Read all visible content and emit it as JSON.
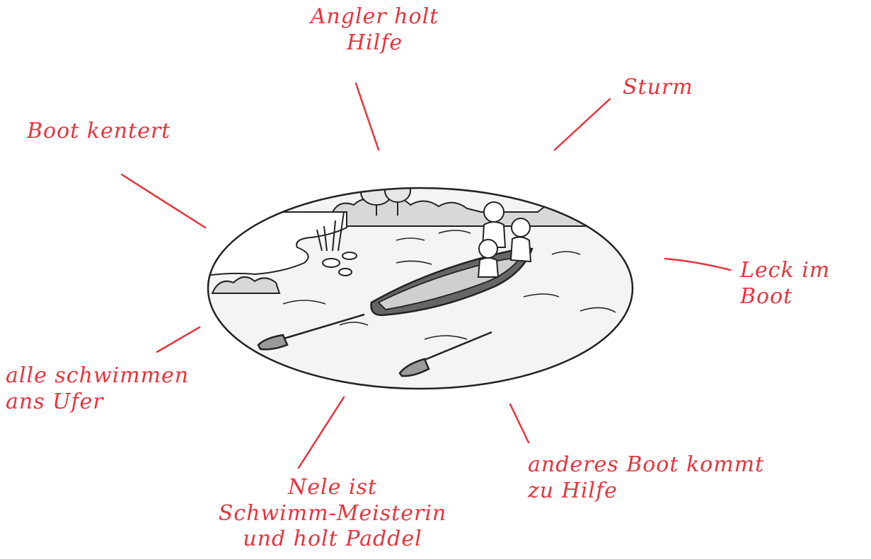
{
  "colors": {
    "ink": "#e8333c",
    "sketch": "#222222",
    "water": "#f4f4f4",
    "bush": "#d8d8d8"
  },
  "illustration": {
    "subject": "boat-on-lake-illustration",
    "icons": [
      "boat-icon",
      "oar-icon",
      "tree-icon",
      "person-icon",
      "reed-icon"
    ]
  },
  "notes": {
    "angler": "Angler holt\nHilfe",
    "storm": "Sturm",
    "capsize": "Boot kentert",
    "leak": "Leck im\nBoot",
    "swim": "alle schwimmen\nans Ufer",
    "nele": "Nele ist\nSchwimm-Meisterin\nund holt Paddel",
    "other_boat": "anderes Boot kommt\nzu Hilfe"
  }
}
